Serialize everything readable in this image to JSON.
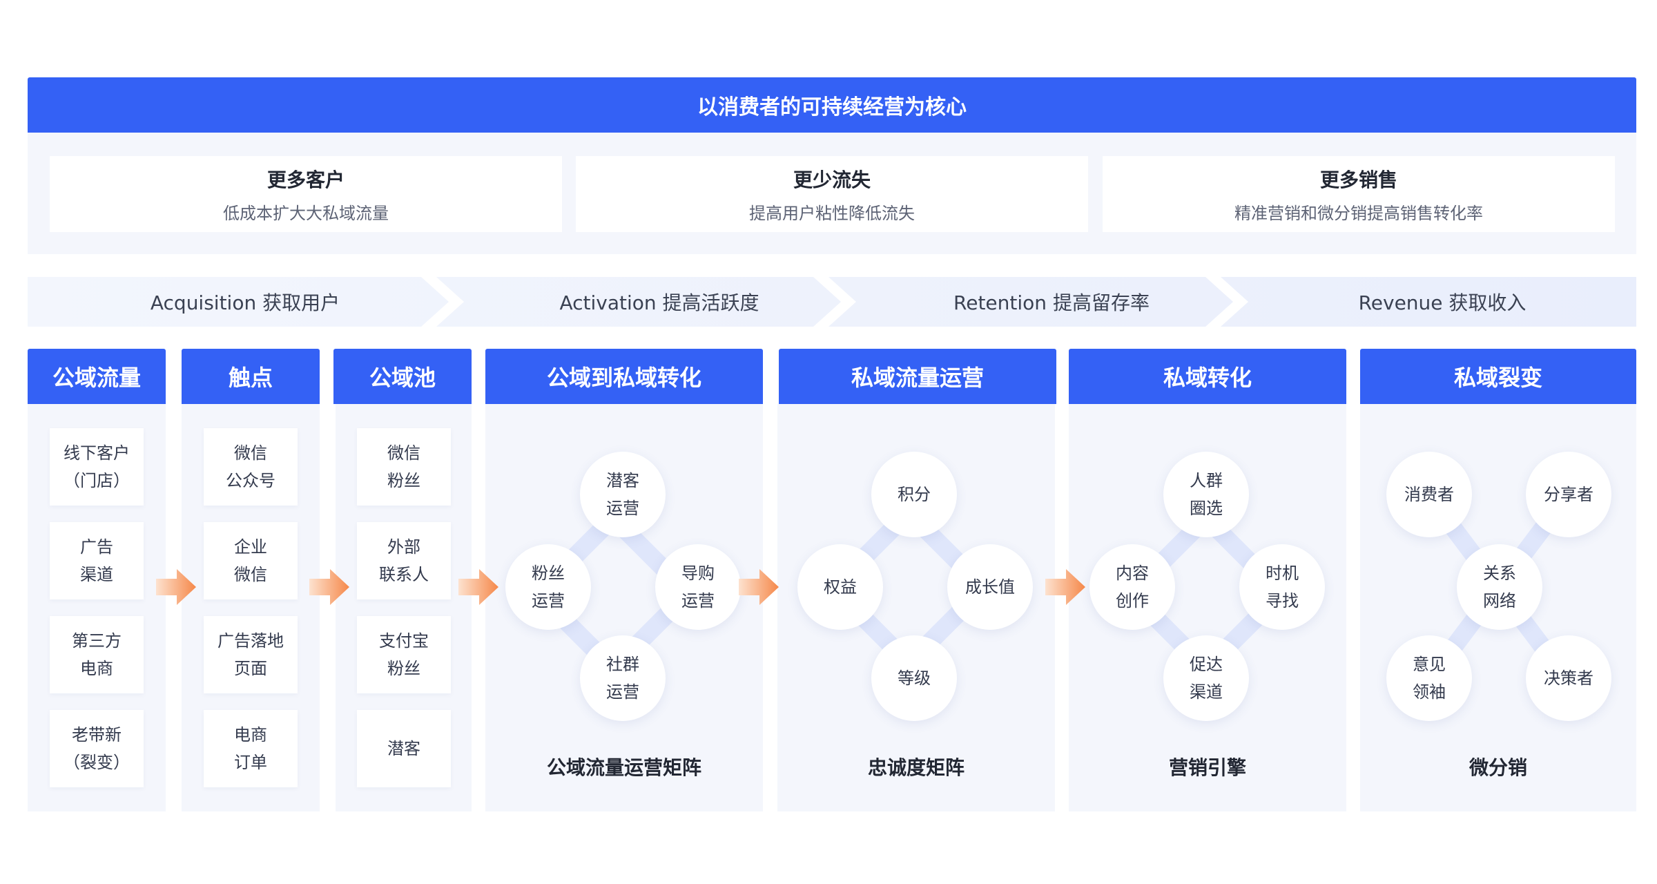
{
  "banner": {
    "title": "以消费者的可持续经营为核心"
  },
  "goals": [
    {
      "title": "更多客户",
      "subtitle": "低成本扩大大私域流量"
    },
    {
      "title": "更少流失",
      "subtitle": "提高用户粘性降低流失"
    },
    {
      "title": "更多销售",
      "subtitle": "精准营销和微分销提高销售转化率"
    }
  ],
  "phases": [
    "Acquisition 获取用户",
    "Activation 提高活跃度",
    "Retention 提高留存率",
    "Revenue 获取收入"
  ],
  "columns": {
    "public_traffic": {
      "title": "公域流量",
      "items": [
        "线下客户\n（门店）",
        "广告\n渠道",
        "第三方\n电商",
        "老带新\n（裂变）"
      ]
    },
    "touchpoints": {
      "title": "触点",
      "items": [
        "微信\n公众号",
        "企业\n微信",
        "广告落地\n页面",
        "电商\n订单"
      ]
    },
    "public_pool": {
      "title": "公域池",
      "items": [
        "微信\n粉丝",
        "外部\n联系人",
        "支付宝\n粉丝",
        "潜客"
      ]
    },
    "public_to_private": {
      "title": "公域到私域转化",
      "nodes": [
        "潜客\n运营",
        "粉丝\n运营",
        "导购\n运营",
        "社群\n运营"
      ],
      "caption": "公域流量运营矩阵"
    },
    "private_ops": {
      "title": "私域流量运营",
      "nodes": [
        "积分",
        "权益",
        "成长值",
        "等级"
      ],
      "caption": "忠诚度矩阵"
    },
    "private_conversion": {
      "title": "私域转化",
      "nodes": [
        "人群\n圈选",
        "内容\n创作",
        "时机\n寻找",
        "促达\n渠道"
      ],
      "caption": "营销引擎"
    },
    "private_fission": {
      "title": "私域裂变",
      "nodes": [
        "消费者",
        "分享者",
        "关系\n网络",
        "意见\n领袖",
        "决策者"
      ],
      "caption": "微分销"
    }
  },
  "colors": {
    "primary": "#3461f5",
    "panel": "#f4f6fc",
    "ring": "#dfe6fb",
    "arrow": "#f5884a"
  }
}
